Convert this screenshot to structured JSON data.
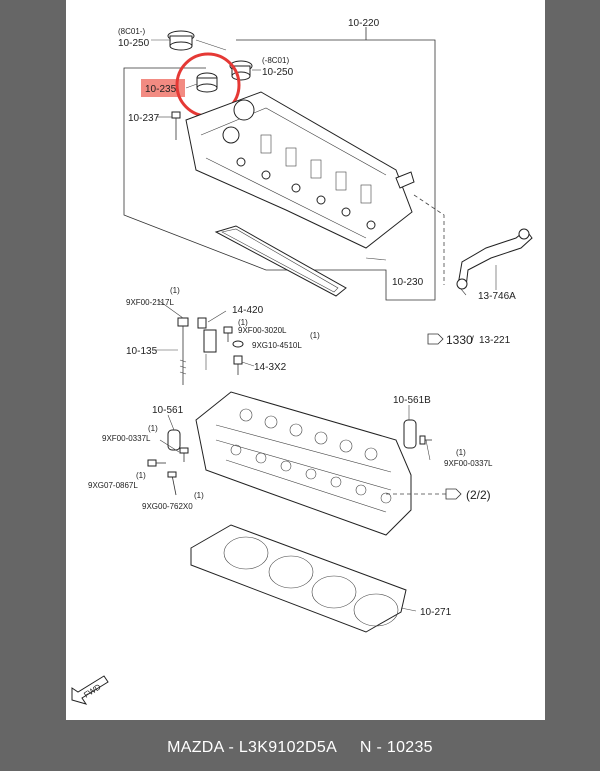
{
  "caption": {
    "brand": "MAZDA",
    "sep1": " - ",
    "part_number": "L3K9102D5A",
    "sep2": "     N - ",
    "ref_code": "10235"
  },
  "labels": {
    "c_8c01_a": "(8C01-)",
    "p_10250_a": "10-250",
    "p_10220": "10-220",
    "c_8c01_b": "(-8C01)",
    "p_10250_b": "10-250",
    "p_10235": "10-235",
    "p_10237": "10-237",
    "p_10230": "10-230",
    "p_13746a": "13-746A",
    "p_1330": "1330",
    "p_13221": "13-221",
    "q1_a": "(1)",
    "p_9xf00_2117l": "9XF00-2117L",
    "p_14420": "14-420",
    "p_9xf00_3020l": "9XF00-3020L",
    "q1_b": "(1)",
    "p_9xg10_4510l": "9XG10-4510L",
    "q1_c": "(1)",
    "p_10135": "10-135",
    "p_143x2": "14-3X2",
    "p_10561": "10-561",
    "p_10561b": "10-561B",
    "q1_d": "(1)",
    "p_9xf00_0337l_a": "9XF00-0337L",
    "q1_e": "(1)",
    "p_9xf00_0337l_b": "9XF00-0337L",
    "q1_f": "(1)",
    "p_9xg07_0867l": "9XG07-0867L",
    "q1_g": "(1)",
    "p_9xg00_762x0": "9XG00-762X0",
    "p_22": "(2/2)",
    "p_10271": "10-271",
    "fwd": "FWD"
  },
  "colors": {
    "highlight_circle": "#e53935",
    "highlight_box": "#f28b82"
  }
}
